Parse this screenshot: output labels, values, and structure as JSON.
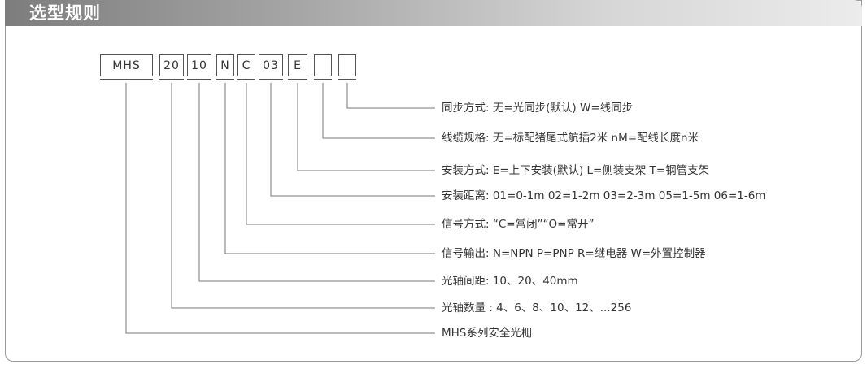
{
  "header": {
    "title": "选型规则"
  },
  "code_segments": [
    {
      "label": "MHS"
    },
    {
      "label": "20"
    },
    {
      "label": "10"
    },
    {
      "label": "N"
    },
    {
      "label": "C"
    },
    {
      "label": "03"
    },
    {
      "label": "E"
    },
    {
      "label": ""
    },
    {
      "label": ""
    }
  ],
  "descriptions": [
    {
      "text": "同步方式: 无=光同步(默认) W=线同步"
    },
    {
      "text": "线缆规格: 无=标配猪尾式航插2米   nM=配线长度n米"
    },
    {
      "text": "安装方式: E=上下安装(默认)  L=侧装支架  T=钢管支架"
    },
    {
      "text": "安装距离: 01=0-1m  02=1-2m  03=2-3m  05=1-5m  06=1-6m"
    },
    {
      "text": "信号方式: “C=常闭”“O=常开”"
    },
    {
      "text": "信号输出: N=NPN  P=PNP  R=继电器  W=外置控制器"
    },
    {
      "text": "光轴间距: 10、20、40mm"
    },
    {
      "text": "光轴数量 : 4、6、8、10、12、...256"
    },
    {
      "text": "MHS系列安全光栅"
    }
  ]
}
